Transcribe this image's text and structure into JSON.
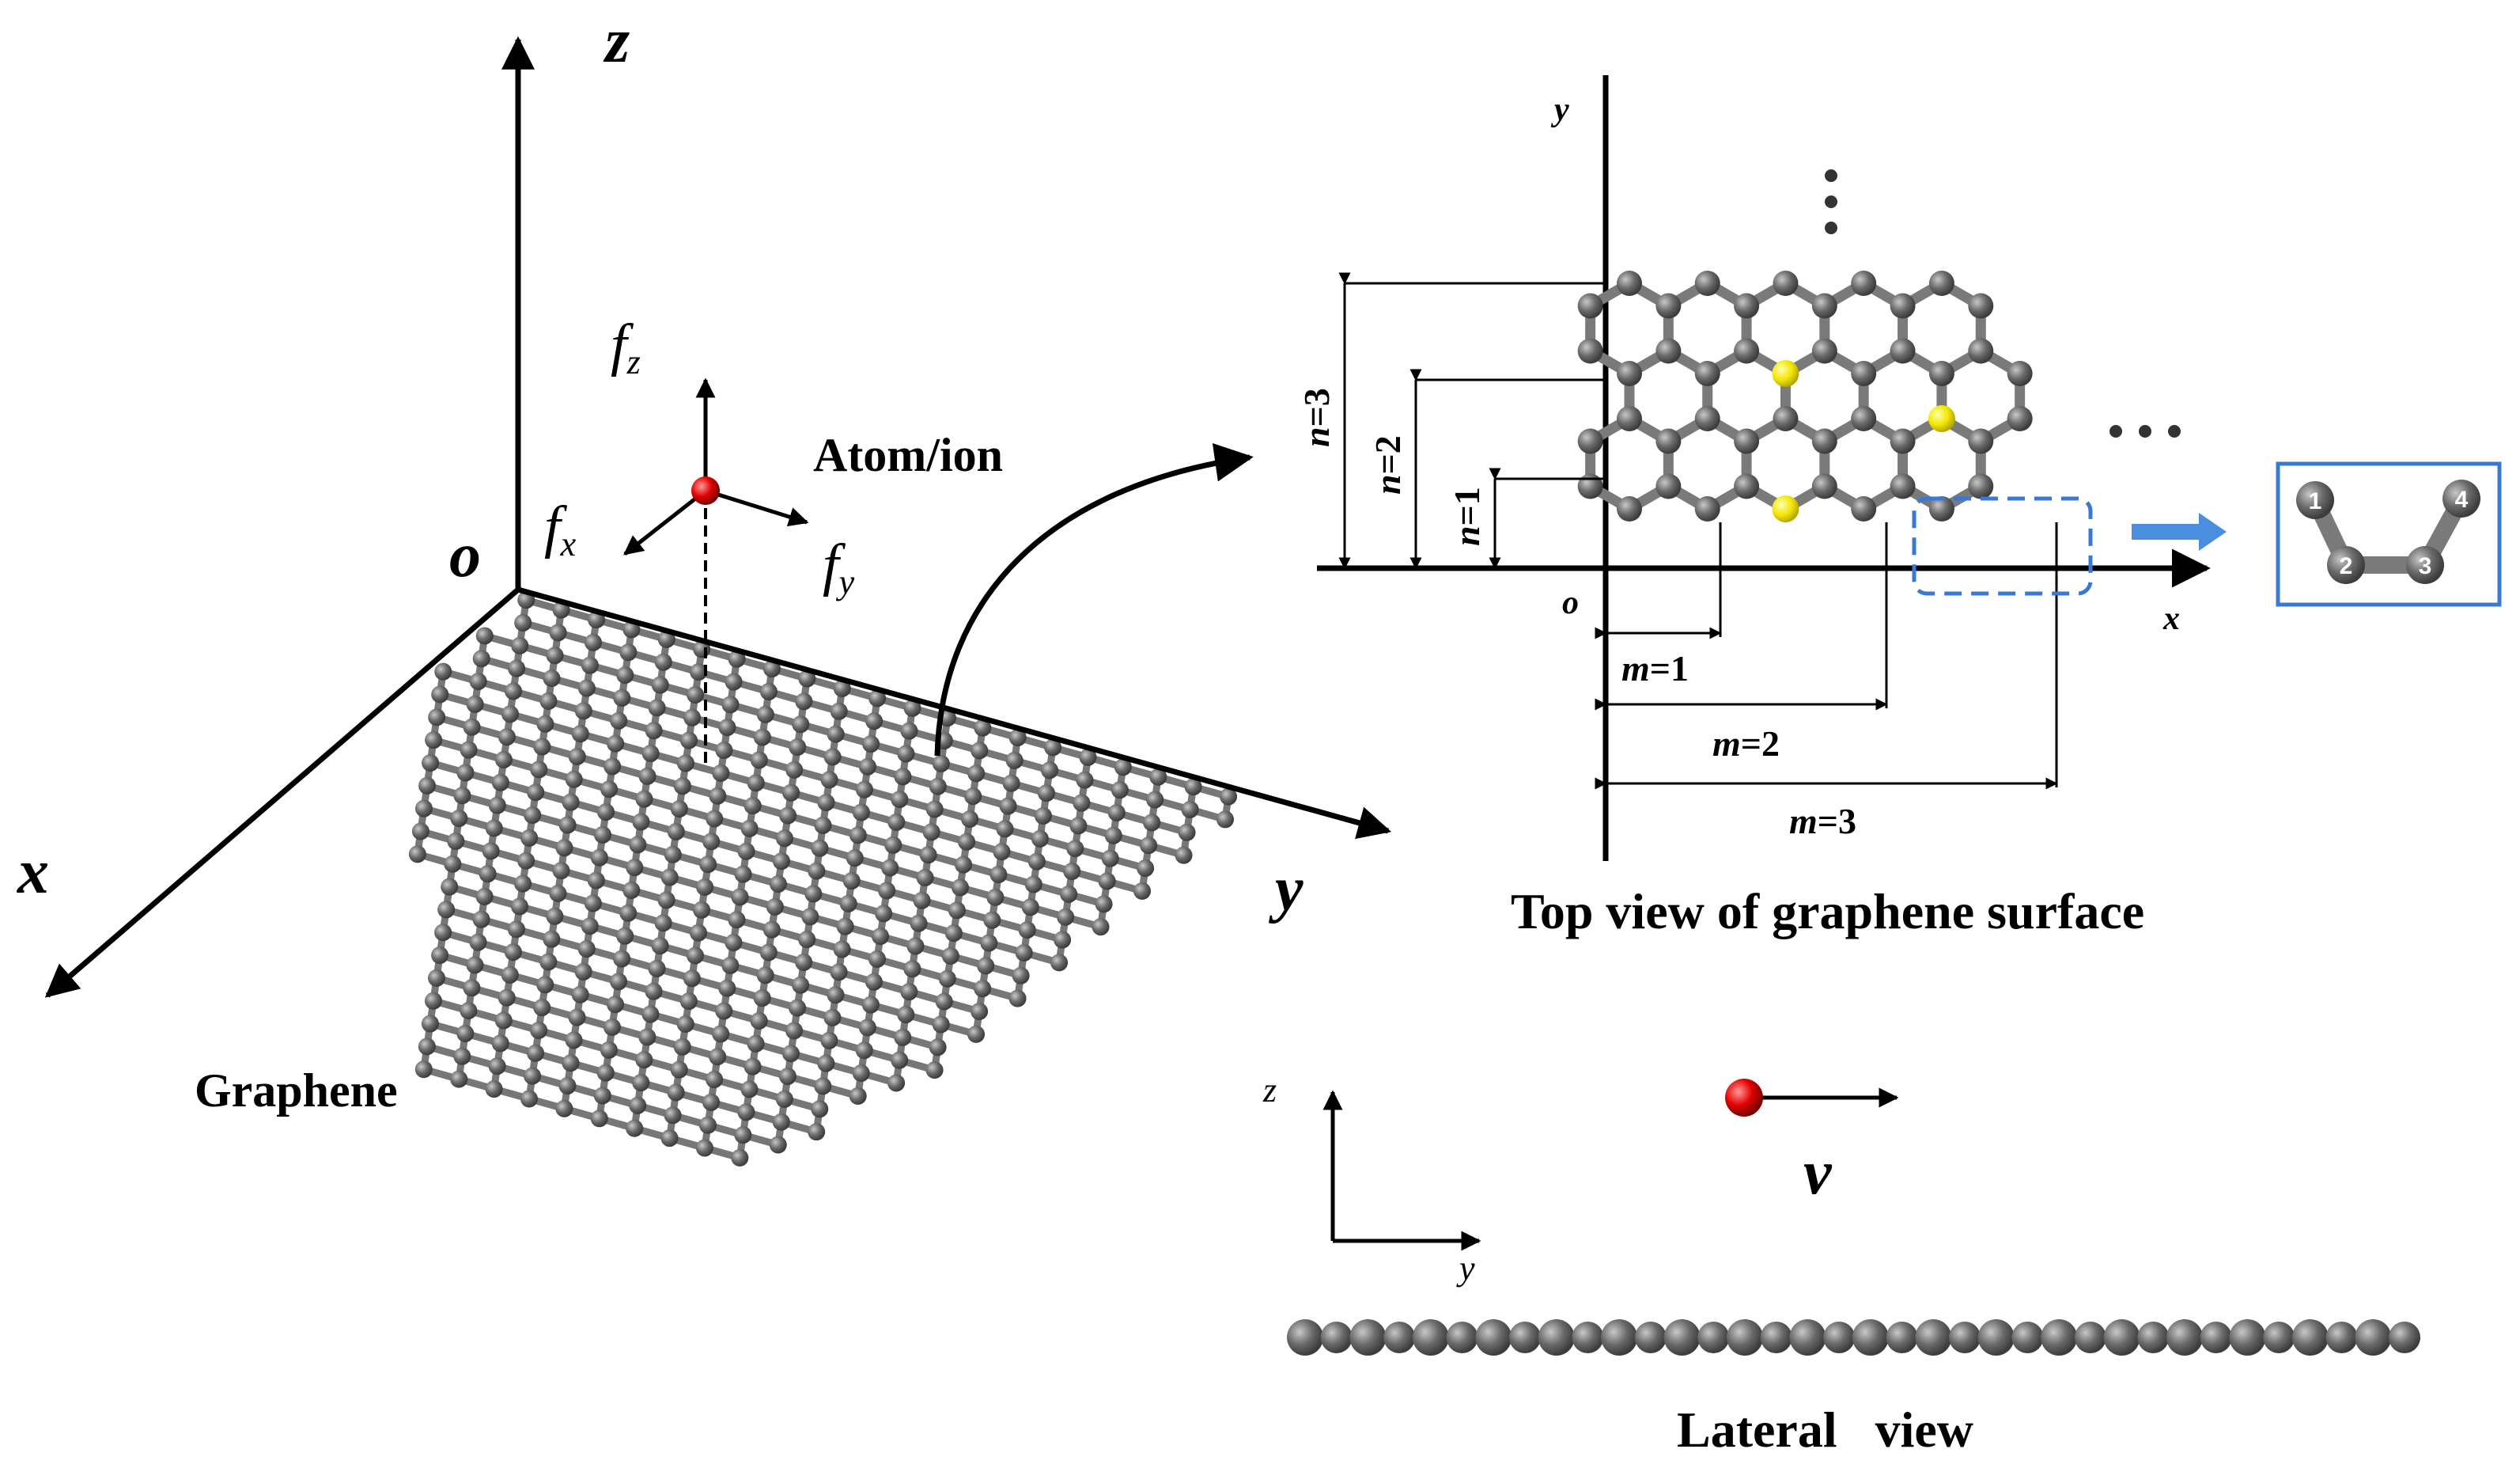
{
  "main_3d": {
    "axis_z": "z",
    "axis_x": "x",
    "axis_y": "y",
    "origin": "o",
    "force_z": "f",
    "force_z_sub": "z",
    "force_x": "f",
    "force_x_sub": "x",
    "force_y": "f",
    "force_y_sub": "y",
    "atom_label": "Atom/ion",
    "graphene_label": "Graphene"
  },
  "top_view": {
    "axis_y": "y",
    "axis_x": "x",
    "origin": "o",
    "n_labels": [
      "n=3",
      "n=2",
      "n=1"
    ],
    "m_labels": [
      "m=1",
      "m=2",
      "m=3"
    ],
    "unit_labels": [
      "1",
      "2",
      "3",
      "4"
    ],
    "ellipsis_v": "⋮",
    "ellipsis_h": "···",
    "caption": "Top view of graphene surface"
  },
  "lateral": {
    "axis_z": "z",
    "axis_y": "y",
    "velocity": "v",
    "caption": "Lateral   view"
  },
  "colors": {
    "carbon": "#6e6e6e",
    "bond": "#7a7a7a",
    "dopant": "#f2e600",
    "atom": "#e00000",
    "highlight": "#3a78d6"
  }
}
